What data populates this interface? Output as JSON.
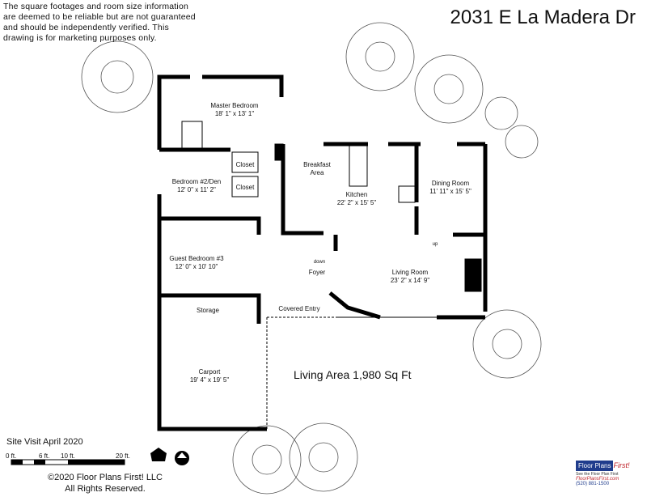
{
  "disclaimer": "The square footages and room size information are deemed to be reliable but are not guaranteed and should be independently verified. This drawing is for marketing purposes only.",
  "address": "2031 E La Madera Dr",
  "rooms": {
    "master": {
      "name": "Master Bedroom",
      "size": "18' 1\" x 13' 1\""
    },
    "closet1": {
      "name": "Closet"
    },
    "closet2": {
      "name": "Closet"
    },
    "bed2": {
      "name": "Bedroom #2/Den",
      "size": "12' 0\" x 11' 2\""
    },
    "guest": {
      "name": "Guest Bedroom #3",
      "size": "12' 0\" x 10' 10\""
    },
    "storage": {
      "name": "Storage"
    },
    "carport": {
      "name": "Carport",
      "size": "19' 4\" x 19' 5\""
    },
    "breakfast": {
      "name": "Breakfast Area"
    },
    "kitchen": {
      "name": "Kitchen",
      "size": "22' 2\" x 15' 5\""
    },
    "dining": {
      "name": "Dining Room",
      "size": "11' 11\" x 15' 5\""
    },
    "living": {
      "name": "Living Room",
      "size": "23' 2\" x 14' 9\""
    },
    "foyer": {
      "name": "Foyer"
    },
    "entry": {
      "name": "Covered Entry"
    },
    "down": "down",
    "up": "up"
  },
  "living_area": "Living Area 1,980 Sq Ft",
  "site_visit": "Site Visit April 2020",
  "scale": [
    "0 ft.",
    "6 ft.",
    "10 ft.",
    "20 ft."
  ],
  "north": "N",
  "copyright": "©2020 Floor Plans First! LLC",
  "rights": "All Rights Reserved.",
  "logo": {
    "name": "Floor Plans",
    "first": "First!",
    "tagline": "See the Floor Plan First",
    "url": "FloorPlansFirst.com",
    "phone": "(520) 881-1500"
  }
}
